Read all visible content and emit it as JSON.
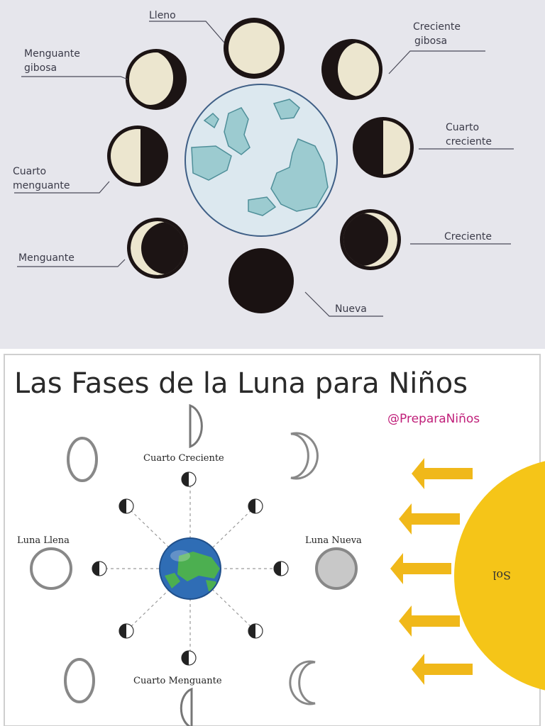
{
  "top_panel": {
    "labels": {
      "lleno": "Lleno",
      "creciente_gibosa_1": "Creciente",
      "creciente_gibosa_2": "gibosa",
      "menguante_gibosa_1": "Menguante",
      "menguante_gibosa_2": "gibosa",
      "cuarto_creciente_1": "Cuarto",
      "cuarto_creciente_2": "creciente",
      "cuarto_menguante_1": "Cuarto",
      "cuarto_menguante_2": "menguante",
      "creciente": "Creciente",
      "menguante": "Menguante",
      "nueva": "Nueva"
    },
    "colors": {
      "background": "#e6e6ec",
      "moon_dark": "#1c1414",
      "moon_light": "#ece6cf",
      "earth": "#d8e6ee"
    }
  },
  "bottom_panel": {
    "title": "Las Fases de la Luna para Niños",
    "credit": "@PreparaNiños",
    "labels": {
      "cuarto_creciente": "Cuarto Creciente",
      "cuarto_menguante": "Cuarto Menguante",
      "luna_llena": "Luna Llena",
      "luna_nueva": "Luna Nueva",
      "sol": "Sol"
    },
    "colors": {
      "sun": "#f5c518",
      "arrow": "#f0b81a",
      "earth_ocean": "#2f6db5",
      "earth_land": "#4caf50"
    }
  }
}
